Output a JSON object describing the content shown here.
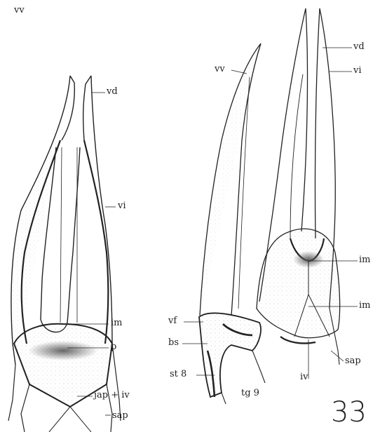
{
  "figure": {
    "plate_number": "33",
    "left_drawing": {
      "top_label": "vv",
      "labels": [
        "vd",
        "vi",
        "im",
        "p",
        "jap + iv",
        "sap"
      ]
    },
    "right_drawing": {
      "labels": [
        "vv",
        "vd",
        "vi",
        "im",
        "im",
        "vf",
        "bs",
        "st 8",
        "tg 9",
        "iv",
        "sap"
      ]
    }
  }
}
